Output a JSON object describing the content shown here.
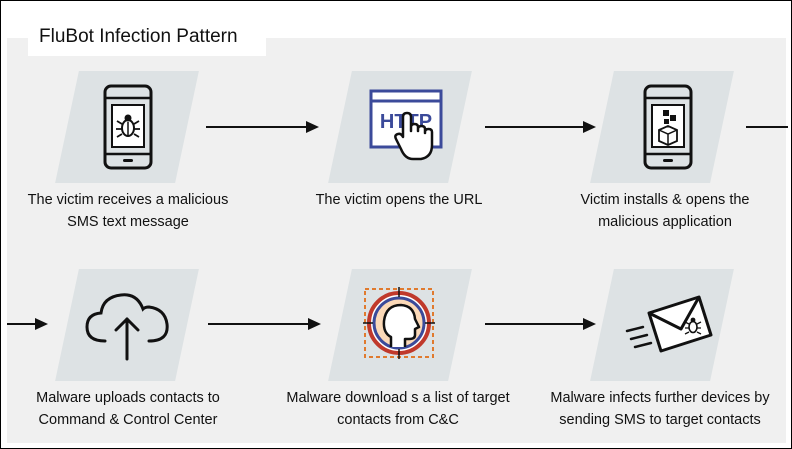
{
  "title": "FluBot Infection Pattern",
  "steps": [
    {
      "line1": "The victim receives a malicious",
      "line2": "SMS text message",
      "icon": "infected-phone-icon"
    },
    {
      "line1": "The victim opens the URL",
      "line2": "",
      "icon": "http-click-icon"
    },
    {
      "line1": "Victim installs & opens the",
      "line2": "malicious application",
      "icon": "phone-install-icon"
    },
    {
      "line1": "Malware uploads contacts to",
      "line2": "Command & Control Center",
      "icon": "cloud-upload-icon"
    },
    {
      "line1": "Malware download s a list of target",
      "line2": "contacts from C&C",
      "icon": "target-profile-icon"
    },
    {
      "line1": "Malware infects further devices by",
      "line2": "sending SMS to target contacts",
      "icon": "infected-envelope-icon"
    }
  ],
  "http_text": "HTTP",
  "colors": {
    "panel": "#f0f0f0",
    "tile": "#dde2e4",
    "accent": "#3b4a9a",
    "orange": "#e07a2e",
    "red": "#c0392b"
  }
}
